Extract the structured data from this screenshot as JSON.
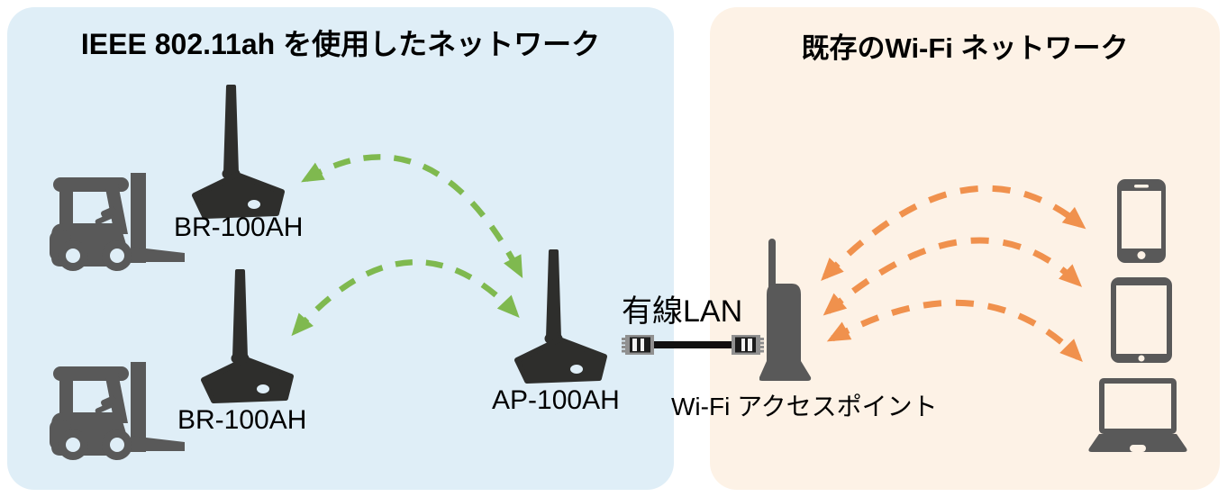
{
  "diagram": {
    "left_panel": {
      "title": "IEEE 802.11ah を使用したネットワーク",
      "bridge1": {
        "label": "BR-100AH"
      },
      "bridge2": {
        "label": "BR-100AH"
      },
      "access_point": {
        "label": "AP-100AH"
      }
    },
    "wired_link": {
      "label": "有線LAN"
    },
    "right_panel": {
      "title": "既存のWi-Fi ネットワーク",
      "access_point": {
        "label": "Wi-Fi アクセスポイント"
      }
    }
  },
  "colors": {
    "left_panel_bg": "#DFEEF7",
    "right_panel_bg": "#FDF2E6",
    "green_arrow": "#7FB94F",
    "orange_arrow": "#F0914D",
    "device_gray": "#595959",
    "device_black": "#2E2E2C",
    "cable_black": "#111111",
    "text": "#000000"
  },
  "icons": [
    "forklift-icon",
    "br-100ah-device-icon",
    "ap-100ah-device-icon",
    "ethernet-cable-icon",
    "wifi-access-point-icon",
    "smartphone-icon",
    "tablet-icon",
    "laptop-icon",
    "green-dashed-arrow",
    "orange-dashed-arrow"
  ]
}
